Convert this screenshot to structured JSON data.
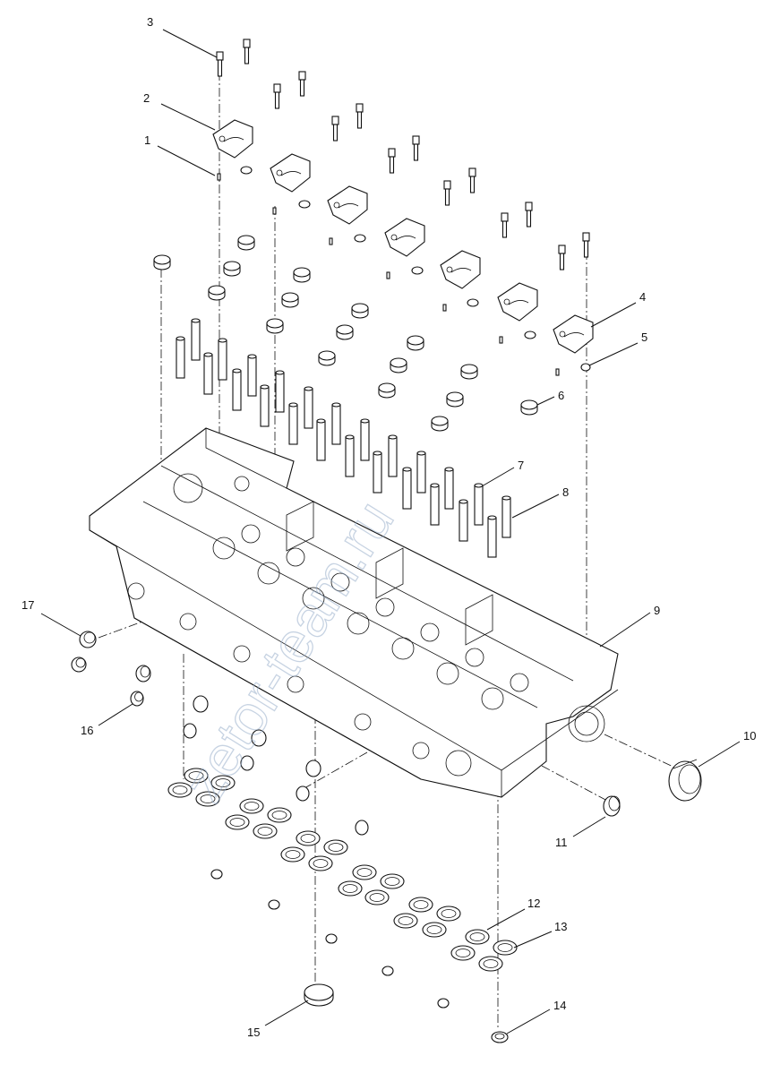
{
  "figure": {
    "watermark": "zetor-team.ru",
    "callouts": [
      {
        "id": "c1",
        "label": "1"
      },
      {
        "id": "c2",
        "label": "2"
      },
      {
        "id": "c3",
        "label": "3"
      },
      {
        "id": "c4",
        "label": "4"
      },
      {
        "id": "c5",
        "label": "5"
      },
      {
        "id": "c6",
        "label": "6"
      },
      {
        "id": "c7",
        "label": "7"
      },
      {
        "id": "c8",
        "label": "8"
      },
      {
        "id": "c9",
        "label": "9"
      },
      {
        "id": "c10",
        "label": "10"
      },
      {
        "id": "c11",
        "label": "11"
      },
      {
        "id": "c12",
        "label": "12"
      },
      {
        "id": "c13",
        "label": "13"
      },
      {
        "id": "c14",
        "label": "14"
      },
      {
        "id": "c15",
        "label": "15"
      },
      {
        "id": "c16",
        "label": "16"
      },
      {
        "id": "c17",
        "label": "17"
      }
    ]
  }
}
